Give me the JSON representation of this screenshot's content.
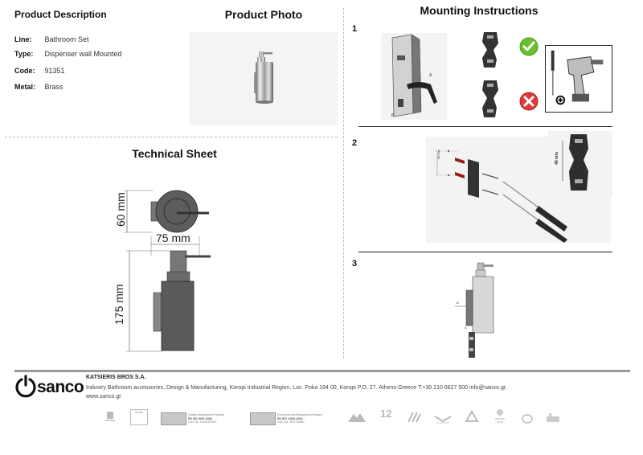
{
  "sections": {
    "product_description": "Product Description",
    "product_photo": "Product Photo",
    "mounting_instructions": "Mounting Instructions",
    "technical_sheet": "Technical Sheet"
  },
  "description": {
    "line_label": "Line:",
    "line_value": "Bathroom Set",
    "type_label": "Type:",
    "type_value": "Dispenser wall Mounted",
    "code_label": "Code:",
    "code_value": "91351",
    "metal_label": "Metal:",
    "metal_value": "Brass"
  },
  "dimensions": {
    "depth": "60 mm",
    "width": "75 mm",
    "height": "175 mm",
    "hole_spacing": "40 mm"
  },
  "steps": [
    "1",
    "2",
    "3"
  ],
  "diagram_labels": {
    "a": "A",
    "b": "B"
  },
  "footer": {
    "brand": "sanco",
    "company": "KATSIERIS BROS S.A.",
    "address": "Industry Bathroom accessories, Design & Manufacturing, Koropi Industrial Region, Loc. Poka 194 00, Koropi P.O. 27. Athens-Greece   T:+30 210 6627 500 info@sanco.gr,",
    "website": "www.sanco.gr",
    "cert1_line1": "Quality Management System",
    "cert1_line2": "EN ISO 9001:2008",
    "cert1_line3": "Cert. No: 044100/3001",
    "cert2_line1": "Environmental Management System",
    "cert2_line2": "EN ISO 14001:2004",
    "cert2_line3": "Cert. No: 4407/15000",
    "badge_100": "100%",
    "badge_12": "12"
  },
  "colors": {
    "accent_check": "#6cbf2c",
    "accent_cross": "#e03b3b",
    "footer_bar": "#9a9a9a"
  }
}
